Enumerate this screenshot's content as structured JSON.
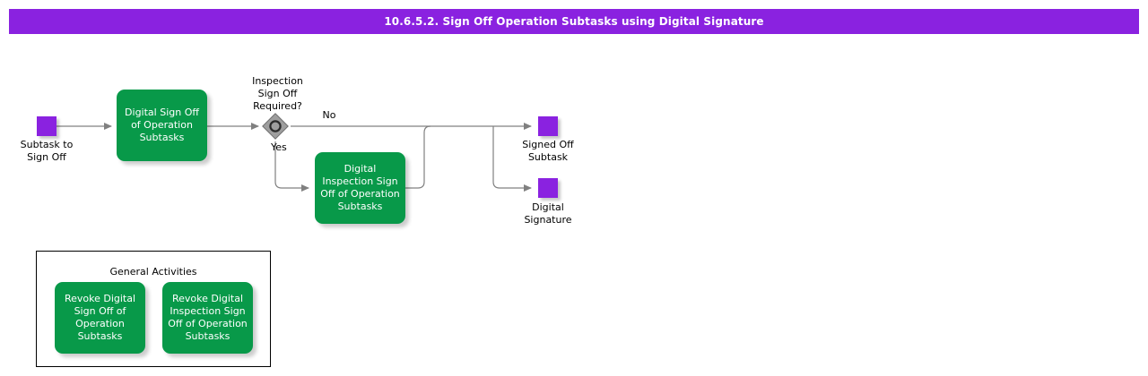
{
  "title_bar": {
    "text": "10.6.5.2. Sign Off Operation Subtasks using Digital Signature",
    "background": "#8A22E0",
    "color": "#ffffff"
  },
  "colors": {
    "task_fill": "#089949",
    "terminator_fill": "#8A22E0",
    "gateway_fill": "#9E9E9E",
    "gateway_stroke": "#3F3F3F",
    "edge_stroke": "#808080",
    "text": "#000000"
  },
  "diagram": {
    "type": "flowchart",
    "start_node": {
      "name": "start-terminator",
      "label": "Subtask to\nSign Off"
    },
    "tasks": [
      {
        "name": "digital-sign-off-task",
        "label": "Digital Sign Off\nof Operation\nSubtasks"
      },
      {
        "name": "digital-inspection-sign-off-task",
        "label": "Digital\nInspection Sign\nOff of Operation\nSubtasks"
      }
    ],
    "gateway": {
      "name": "inspection-required-gateway",
      "label": "Inspection\nSign Off\nRequired?",
      "kind": "inclusive-gateway"
    },
    "edge_labels": [
      {
        "name": "edge-label-no",
        "text": "No"
      },
      {
        "name": "edge-label-yes",
        "text": "Yes"
      }
    ],
    "end_nodes": [
      {
        "name": "signed-off-subtask-terminator",
        "label": "Signed Off\nSubtask"
      },
      {
        "name": "digital-signature-terminator",
        "label": "Digital\nSignature"
      }
    ]
  },
  "general_activities": {
    "title": "General Activities",
    "tasks": [
      {
        "name": "revoke-digital-sign-off-task",
        "label": "Revoke Digital\nSign Off of\nOperation\nSubtasks"
      },
      {
        "name": "revoke-digital-inspection-sign-off-task",
        "label": "Revoke Digital\nInspection Sign\nOff of Operation\nSubtasks"
      }
    ]
  }
}
